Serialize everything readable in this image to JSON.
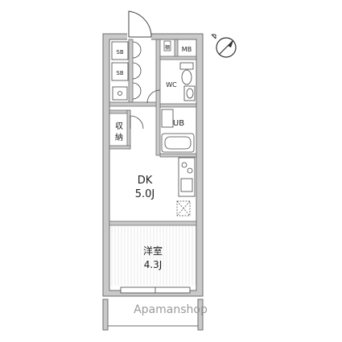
{
  "rooms": {
    "dk": {
      "name": "DK",
      "size": "5.0J"
    },
    "western": {
      "name": "洋室",
      "size": "4.3J"
    },
    "storage": {
      "top": "収",
      "bottom": "納"
    },
    "wc": "WC",
    "ub": "UB",
    "mb": "MB",
    "sb_top": "SB",
    "sb_bottom": "SB",
    "sbox": "棚"
  },
  "watermark": "Apamanshop",
  "compass": {
    "label": "N",
    "icon": "north-arrow-icon"
  },
  "colors": {
    "wall": "#c9c9c9",
    "wall_edge": "#6e6e6e",
    "line": "#444444",
    "floor": "#ffffff"
  }
}
